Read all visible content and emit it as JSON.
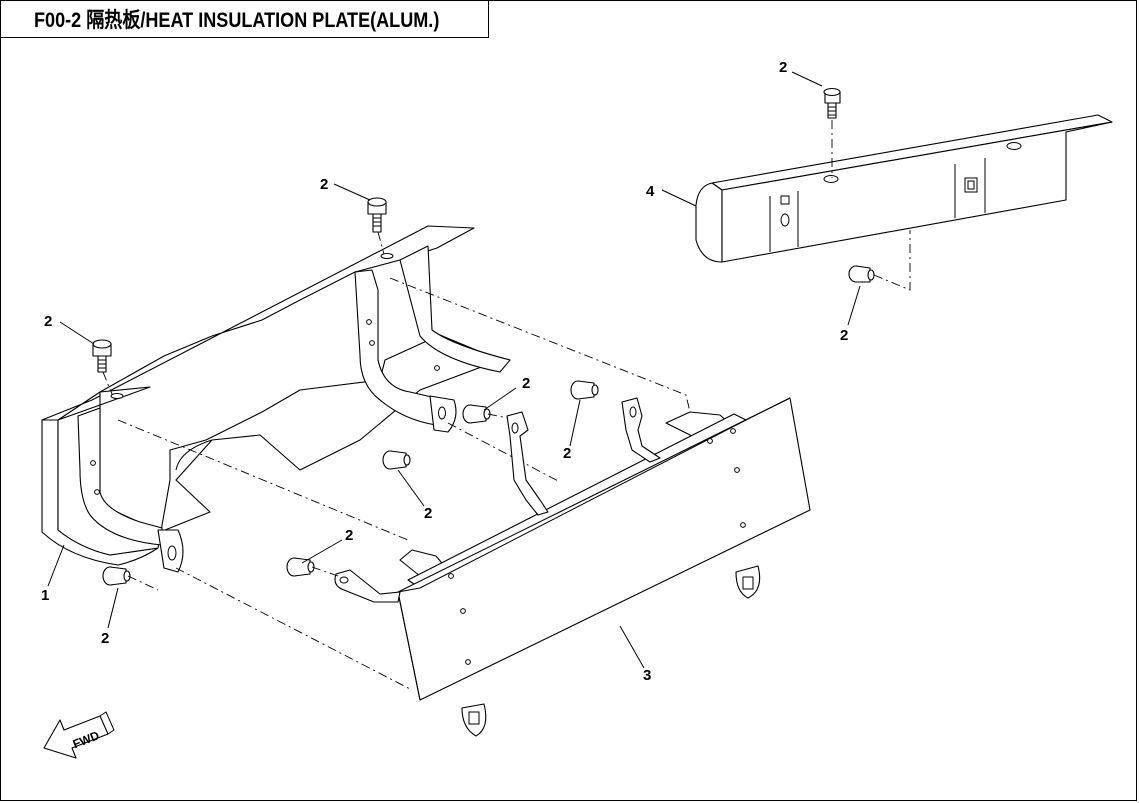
{
  "title": "F00-2 隔热板/HEAT INSULATION PLATE(ALUM.)",
  "callouts": {
    "c2_top_right": "2",
    "c4": "4",
    "c2_right_below": "2",
    "c2_top_center": "2",
    "c2_left_top": "2",
    "c2_mid_a": "2",
    "c2_mid_b": "2",
    "c2_mid_c": "2",
    "c2_mid_d": "2",
    "c1": "1",
    "c2_left_bottom": "2",
    "c3": "3"
  },
  "fwd_label": "FWD"
}
